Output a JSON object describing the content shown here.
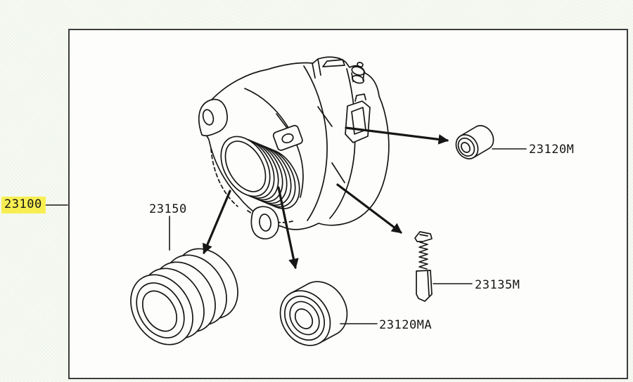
{
  "diagram": {
    "title_hint": "alternator-assembly-exploded-view",
    "highlighted_part": {
      "label": "23100"
    },
    "part_labels": {
      "pulley": "23150",
      "bearing_front": "23120M",
      "brush_assembly": "23135M",
      "bearing_rear": "23120MA"
    }
  },
  "colors": {
    "highlight": "#f7ef52",
    "line": "#161616",
    "box_border": "#3d3d3d",
    "paper": "#fdfefb",
    "background": "#f7faf2"
  }
}
